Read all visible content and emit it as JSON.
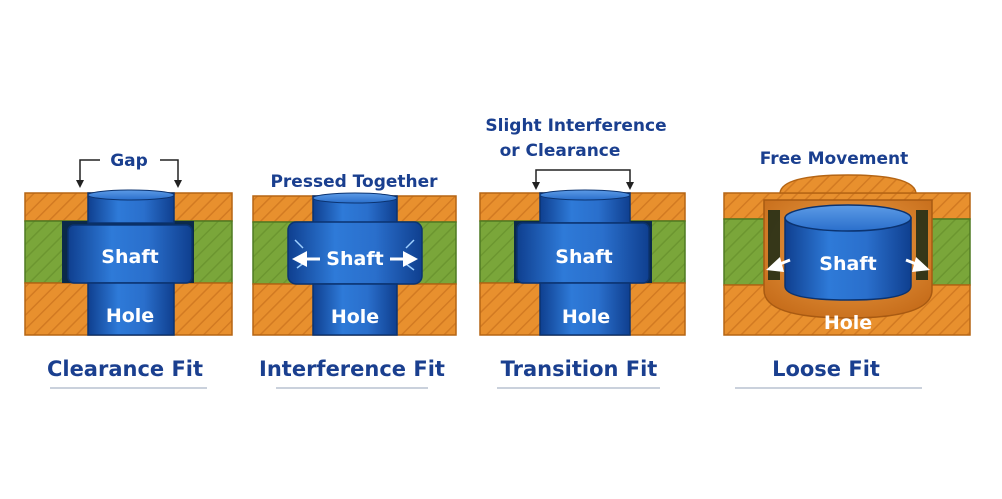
{
  "colors": {
    "orange": "#e8902e",
    "orange_dark": "#c8701c",
    "green": "#7aa63a",
    "green_dark": "#4f7a22",
    "blue": "#1f63c2",
    "blue_dark": "#0f3f8f",
    "caption": "#1a3f8f"
  },
  "panels": [
    {
      "caption": "Clearance Fit",
      "annotation_lines": [
        "Gap"
      ],
      "shaft_label": "Shaft",
      "hole_label": "Hole"
    },
    {
      "caption": "Interference Fit",
      "annotation_lines": [
        "Pressed Together"
      ],
      "shaft_label": "Shaft",
      "hole_label": "Hole"
    },
    {
      "caption": "Transition Fit",
      "annotation_lines": [
        "Slight Interference",
        "or Clearance"
      ],
      "shaft_label": "Shaft",
      "hole_label": "Hole"
    },
    {
      "caption": "Loose Fit",
      "annotation_lines": [
        "Free Movement"
      ],
      "shaft_label": "Shaft",
      "hole_label": "Hole"
    }
  ]
}
